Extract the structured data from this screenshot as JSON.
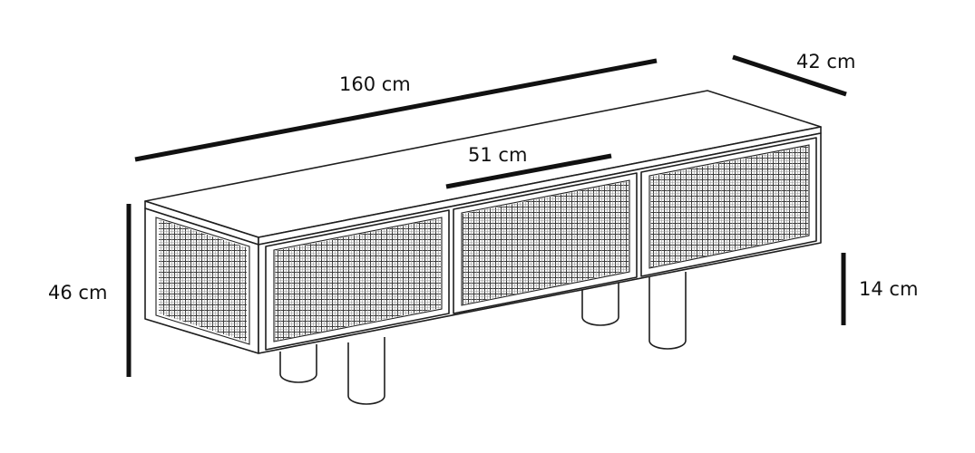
{
  "dimensions": {
    "length_label": "160 cm",
    "depth_label": "42 cm",
    "height_label": "46 cm",
    "door_width_label": "51 cm",
    "leg_height_label": "14 cm"
  },
  "colors": {
    "line": "#111111",
    "background": "#ffffff"
  }
}
